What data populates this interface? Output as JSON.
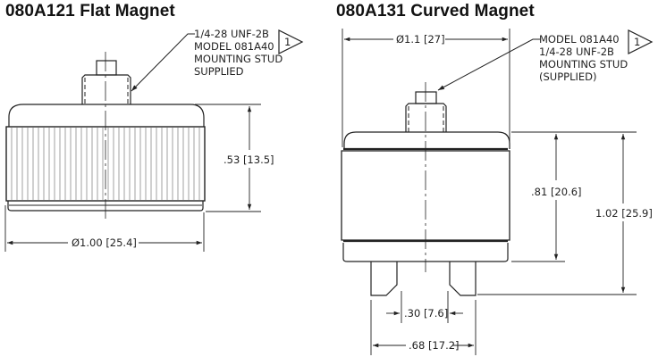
{
  "left_view": {
    "title": "080A121 Flat Magnet",
    "note_lines": [
      "1/4-28 UNF-2B",
      "MODEL 081A40",
      "MOUNTING STUD",
      "SUPPLIED"
    ],
    "note_flag": "1",
    "dim_height": ".53 [13.5]",
    "dim_diameter": "Ø1.00 [25.4]"
  },
  "right_view": {
    "title": "080A131 Curved Magnet",
    "note_lines": [
      "MODEL 081A40",
      "1/4-28 UNF-2B",
      "MOUNTING STUD",
      "(SUPPLIED)"
    ],
    "note_flag": "1",
    "dim_diameter": "Ø1.1 [27]",
    "dim_body_height": ".81 [20.6]",
    "dim_total_height": "1.02 [25.9]",
    "dim_inner_gap": ".30 [7.6]",
    "dim_outer_span": ".68 [17.2]"
  },
  "colors": {
    "line": "#222222",
    "knurl": "#8a8a8a",
    "background": "#ffffff"
  }
}
